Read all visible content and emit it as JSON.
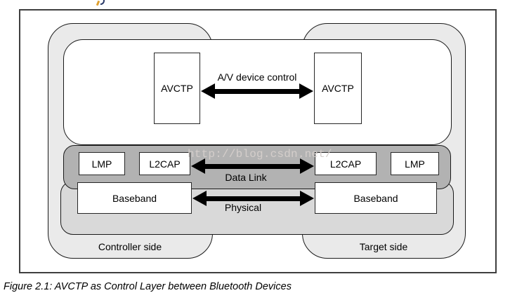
{
  "figure": {
    "caption": "Figure 2.1: AVCTP as Control Layer between Bluetooth Devices",
    "watermark": "http://blog.csdn.net/",
    "boxes": {
      "avctp_left": "AVCTP",
      "avctp_right": "AVCTP",
      "lmp_left": "LMP",
      "l2cap_left": "L2CAP",
      "l2cap_right": "L2CAP",
      "lmp_right": "LMP",
      "baseband_left": "Baseband",
      "baseband_right": "Baseband"
    },
    "labels": {
      "av_control": "A/V device control",
      "data_link": "Data Link",
      "physical": "Physical",
      "controller_side": "Controller side",
      "target_side": "Target side"
    },
    "colors": {
      "page_background": "#ffffff",
      "outer_frame_border": "#3f3f3f",
      "side_rect_fill": "#eaeaea",
      "app_layer_fill": "#ffffff",
      "data_link_band_fill": "#b2b2b2",
      "physical_band_fill": "#d9d9d9",
      "box_border": "#1a1a1a",
      "arrow": "#000000",
      "watermark_text": "#d4cecb",
      "fragment_orange": "#dfa02f",
      "fragment_navy": "#2a3a68"
    }
  }
}
